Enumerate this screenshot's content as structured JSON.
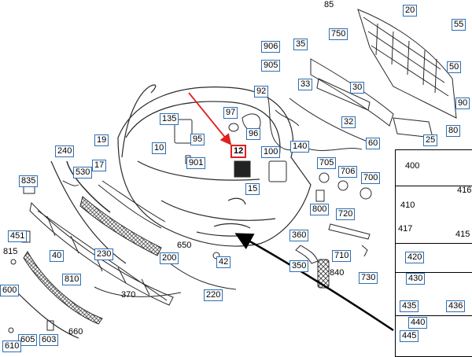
{
  "colors": {
    "line": "#2a2a2a",
    "label_border": "#2c6fb5",
    "highlight": "#e02020",
    "background": "#ffffff"
  },
  "labels": {
    "n20": "20",
    "n55": "55",
    "n85": "85",
    "n750": "750",
    "n906": "906",
    "n35": "35",
    "n50": "50",
    "n905": "905",
    "n92": "92",
    "n33": "33",
    "n30": "30",
    "n90": "90",
    "n97": "97",
    "n135": "135",
    "n32": "32",
    "n80": "80",
    "n95": "95",
    "n96": "96",
    "n19": "19",
    "n10": "10",
    "n240": "240",
    "n12": "12",
    "n100": "100",
    "n140": "140",
    "n60": "60",
    "n25": "25",
    "n901": "901",
    "n17": "17",
    "n530": "530",
    "n835": "835",
    "n705": "705",
    "n706": "706",
    "n700": "700",
    "n15": "15",
    "n400": "400",
    "n416": "416",
    "n410": "410",
    "n800": "800",
    "n720": "720",
    "n417": "417",
    "n415": "415",
    "n451": "451",
    "n650": "650",
    "n360": "360",
    "n815": "815",
    "n40": "40",
    "n230": "230",
    "n200": "200",
    "n42": "42",
    "n710": "710",
    "n420": "420",
    "n350": "350",
    "n840": "840",
    "n810": "810",
    "n730": "730",
    "n430": "430",
    "n600": "600",
    "n370": "370",
    "n220": "220",
    "n435": "435",
    "n436": "436",
    "n605": "605",
    "n603": "603",
    "n660": "660",
    "n440": "440",
    "n445": "445",
    "n610": "610"
  }
}
